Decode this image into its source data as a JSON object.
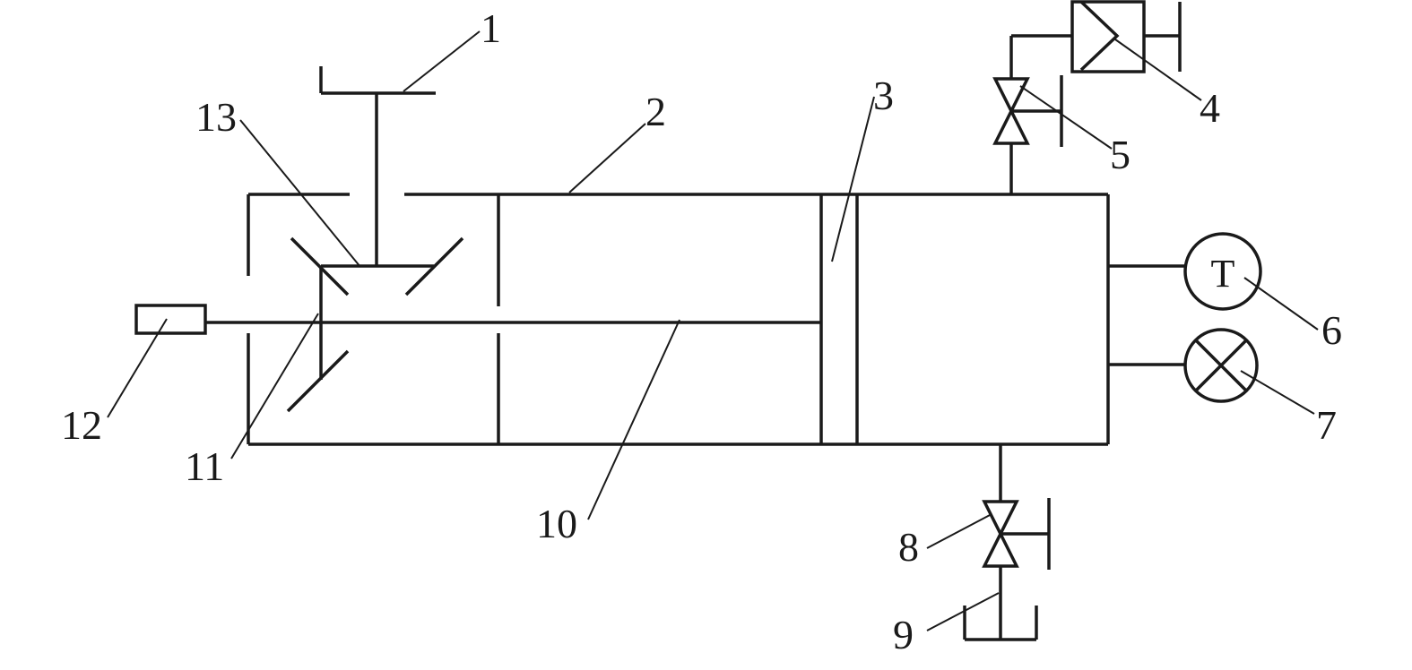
{
  "labels": {
    "l1": "1",
    "l2": "2",
    "l3": "3",
    "l4": "4",
    "l5": "5",
    "l6": "6",
    "l7": "7",
    "l8": "8",
    "l9": "9",
    "l10": "10",
    "l11": "11",
    "l12": "12",
    "l13": "13"
  },
  "gauge_symbol": "T"
}
